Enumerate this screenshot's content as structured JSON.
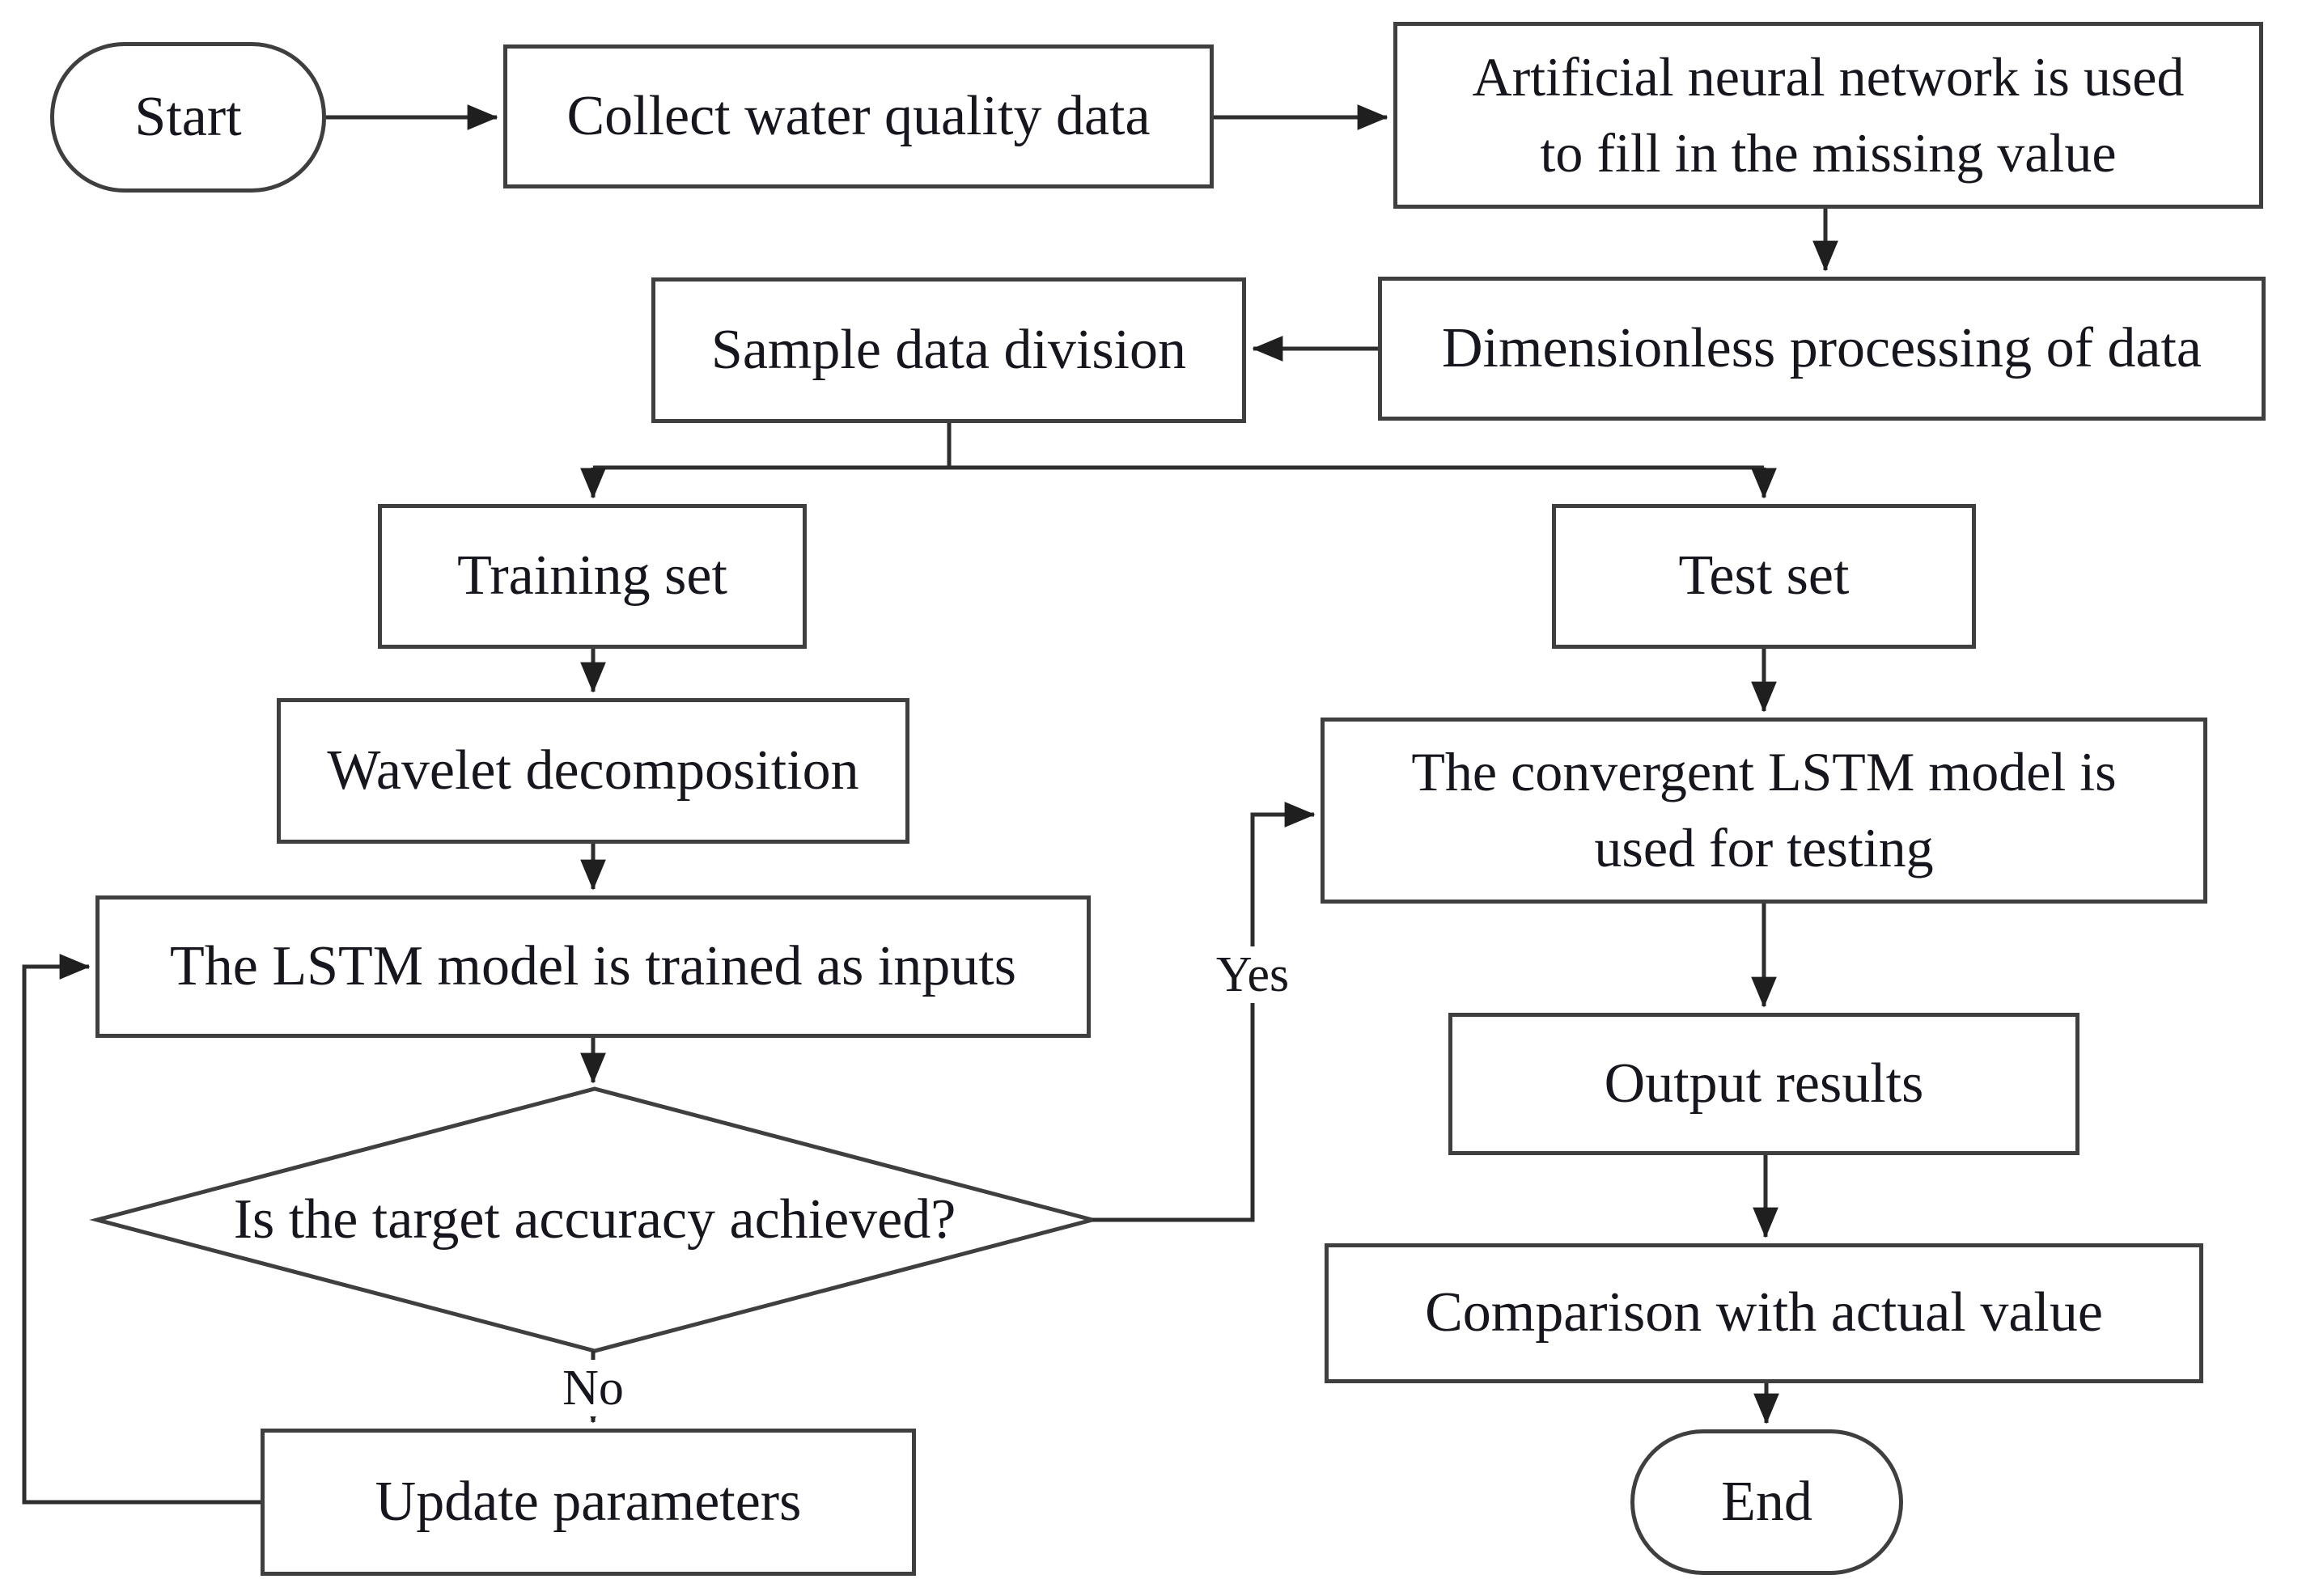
{
  "diagram": {
    "type": "flowchart",
    "background": "#ffffff"
  },
  "colors": {
    "node_fill": "#ffffff",
    "box_border": "#3f3f3f",
    "connector": "#2e2e2e",
    "arrowhead": "#1f1f1f",
    "text": "#16161e"
  },
  "nodes": {
    "start": {
      "label": "Start",
      "shape": "terminator"
    },
    "collect": {
      "label": "Collect water quality data",
      "shape": "process"
    },
    "ann": {
      "shape": "process",
      "lines": [
        "Artificial neural network is used",
        "to fill in the missing value"
      ]
    },
    "dimensionless": {
      "label": "Dimensionless processing of data",
      "shape": "process"
    },
    "sample": {
      "label": "Sample data division",
      "shape": "process"
    },
    "training": {
      "label": "Training set",
      "shape": "process"
    },
    "test": {
      "label": "Test set",
      "shape": "process"
    },
    "wavelet": {
      "label": "Wavelet decomposition",
      "shape": "process"
    },
    "lstm_train": {
      "label": "The LSTM model is trained as inputs",
      "shape": "process"
    },
    "decision": {
      "label": "Is the target accuracy achieved?",
      "shape": "decision"
    },
    "update": {
      "label": "Update parameters",
      "shape": "process"
    },
    "convergent": {
      "shape": "process",
      "lines": [
        "The convergent LSTM model is",
        "used for testing"
      ]
    },
    "output": {
      "label": "Output results",
      "shape": "process"
    },
    "comparison": {
      "label": "Comparison with actual value",
      "shape": "process"
    },
    "end": {
      "label": "End",
      "shape": "terminator"
    }
  },
  "edge_labels": {
    "yes": "Yes",
    "no": "No"
  },
  "edges": [
    {
      "from": "start",
      "to": "collect"
    },
    {
      "from": "collect",
      "to": "ann"
    },
    {
      "from": "ann",
      "to": "dimensionless"
    },
    {
      "from": "dimensionless",
      "to": "sample"
    },
    {
      "from": "sample",
      "to": "training"
    },
    {
      "from": "sample",
      "to": "test"
    },
    {
      "from": "training",
      "to": "wavelet"
    },
    {
      "from": "wavelet",
      "to": "lstm_train"
    },
    {
      "from": "lstm_train",
      "to": "decision"
    },
    {
      "from": "decision",
      "to": "update",
      "label": "No"
    },
    {
      "from": "update",
      "to": "lstm_train"
    },
    {
      "from": "decision",
      "to": "convergent",
      "label": "Yes"
    },
    {
      "from": "test",
      "to": "convergent"
    },
    {
      "from": "convergent",
      "to": "output"
    },
    {
      "from": "output",
      "to": "comparison"
    },
    {
      "from": "comparison",
      "to": "end"
    }
  ]
}
